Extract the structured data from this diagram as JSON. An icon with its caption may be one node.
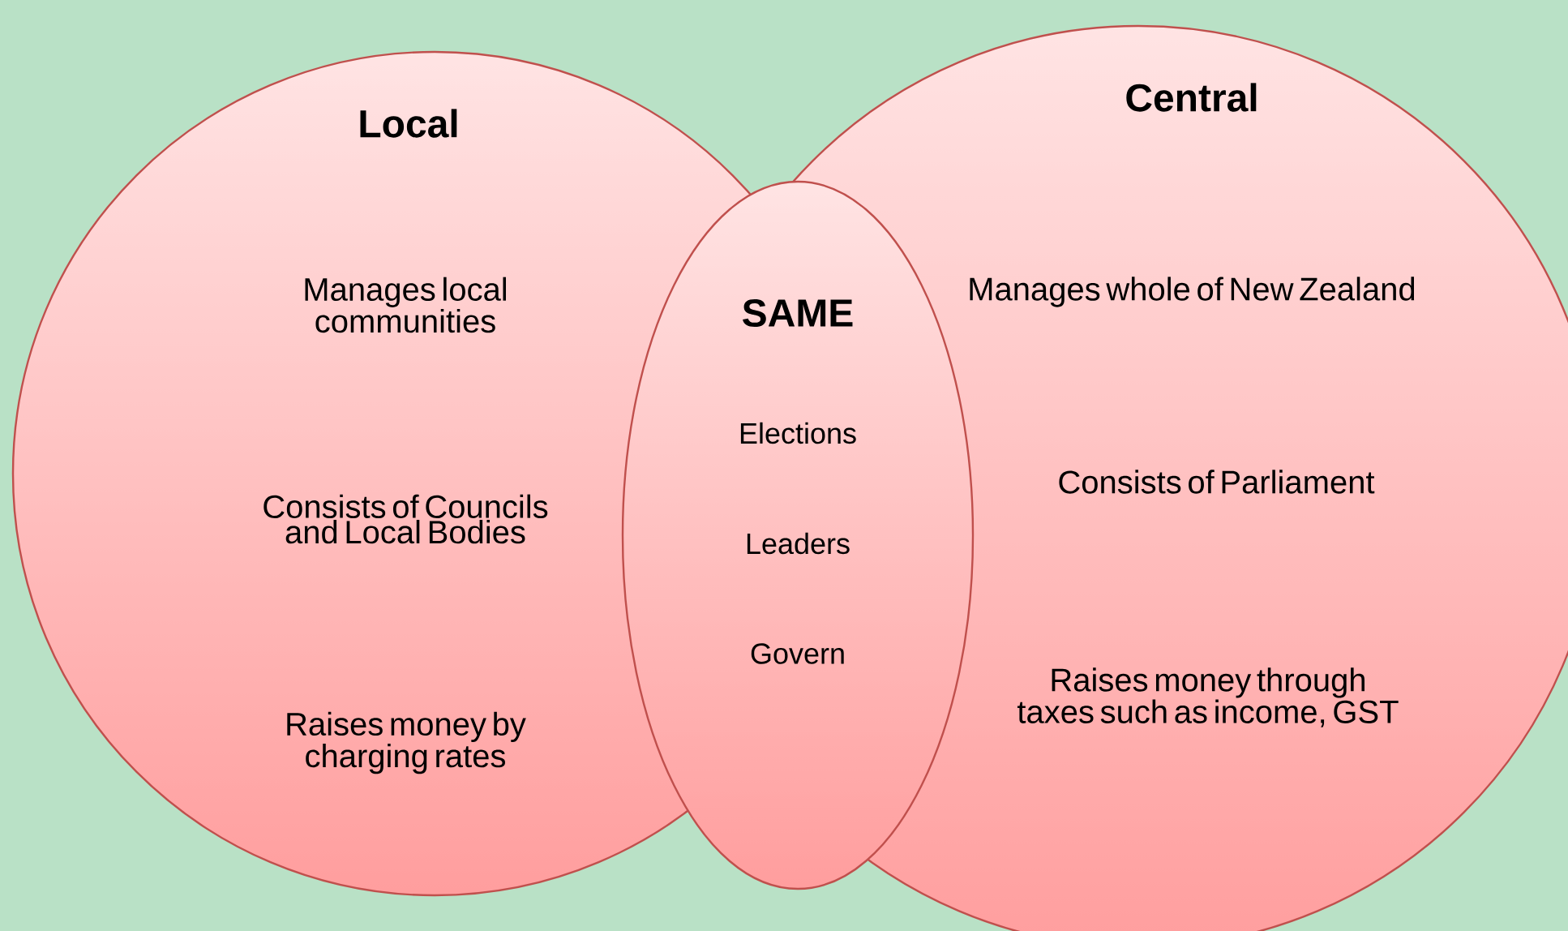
{
  "diagram": {
    "nodes": [
      {
        "text": [
          "Local",
          "Manages local communities",
          "Consists of Councils and Local Bodies",
          "Raises money by charging rates"
        ]
      },
      {
        "text": [
          "Central",
          "Manages whole of New Zealand",
          "Consists of Parliament",
          "Raises money through taxes such as income, GST"
        ]
      },
      {
        "text": [
          "SAME",
          "Elections",
          "Leaders",
          "Govern"
        ]
      }
    ]
  }
}
